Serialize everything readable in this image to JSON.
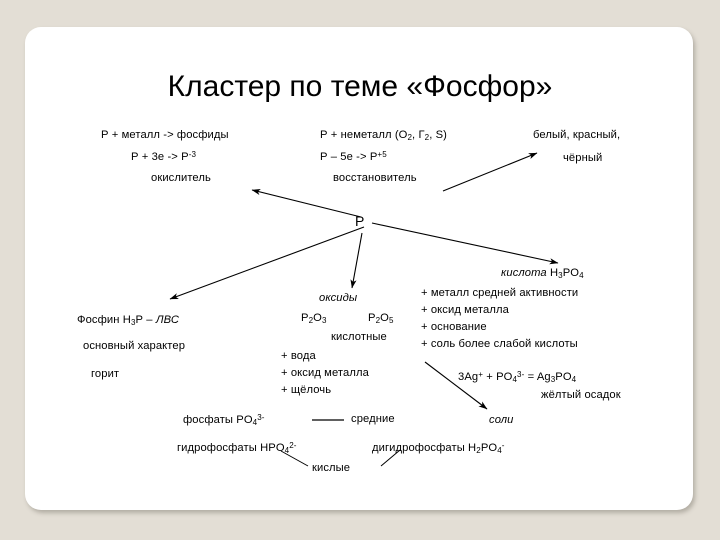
{
  "slide": {
    "title": "Кластер по теме «Фосфор»",
    "background_color": "#E3DED5",
    "panel_color": "#FFFFFF"
  },
  "center": {
    "node": "P"
  },
  "branches": {
    "oxidizer": {
      "line1": "Р +  металл -> фосфиды",
      "line2_a": "Р + 3е -> Р",
      "line2_sup": "-3",
      "line3": "окислитель"
    },
    "reducer": {
      "line1_a": "Р + неметалл (O",
      "line1_sub1": "2",
      "line1_b": ", Г",
      "line1_sub2": "2",
      "line1_c": ", S)",
      "line2_a": "Р – 5е -> Р",
      "line2_sup": "+5",
      "line3": "восстановитель"
    },
    "allotropes": {
      "line1": "белый, красный,",
      "line2": "чёрный"
    },
    "phosphine": {
      "line1_a": "Фосфин Н",
      "line1_sub": "3",
      "line1_b": "Р – ",
      "line1_it": "ЛВС",
      "line2": "основный характер",
      "line3": "горит"
    },
    "oxides": {
      "label": "оксиды",
      "formula1_a": "P",
      "formula1_sub1": "2",
      "formula1_b": "O",
      "formula1_sub2": "3",
      "formula2_a": "P",
      "formula2_sub1": "2",
      "formula2_b": "O",
      "formula2_sub2": "5",
      "kind": "кислотные",
      "reagents": [
        "+  вода",
        "+ оксид металла",
        "+ щёлочь"
      ]
    },
    "acid": {
      "label_it": "кислота ",
      "formula_a": "H",
      "formula_sub1": "3",
      "formula_b": "PO",
      "formula_sub2": "4",
      "reagents": [
        "+ металл средней активности",
        "+ оксид металла",
        "+ основание",
        "+ соль более слабой кислоты"
      ]
    },
    "silver_test": {
      "eq_a": "3Ag",
      "eq_sup1": "+",
      "eq_b": "  + PO",
      "eq_sub1": "4",
      "eq_sup2": "3-",
      "eq_c": " = Ag",
      "eq_sub2": "3",
      "eq_d": "PO",
      "eq_sub3": "4",
      "precipitate": "жёлтый осадок"
    },
    "salts": {
      "label": "соли",
      "middle": {
        "name_a": "фосфаты PO",
        "name_sub": "4",
        "name_sup": "3-",
        "type": "средние"
      },
      "acidic": {
        "hydro_a": "гидрофосфаты HPO",
        "hydro_sub": "4",
        "hydro_sup": "2-",
        "dihydro_a": "дигидрофосфаты  H",
        "dihydro_sub1": "2",
        "dihydro_b": "PO",
        "dihydro_sub2": "4",
        "dihydro_sup": "-",
        "type": "кислые"
      }
    }
  }
}
